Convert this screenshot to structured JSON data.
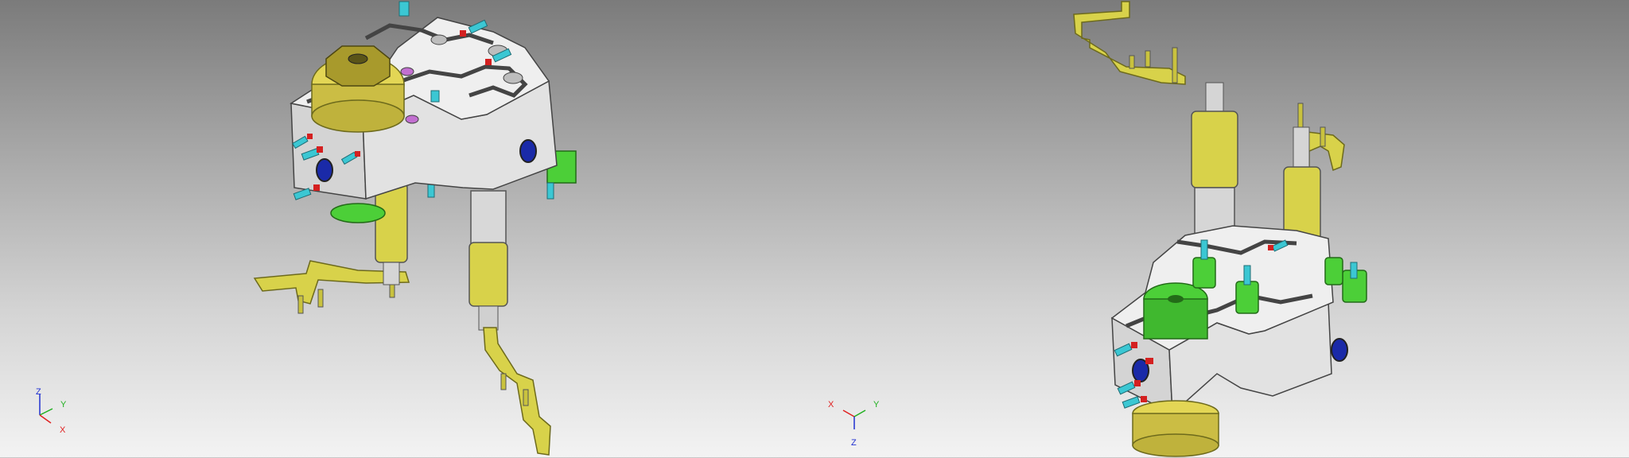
{
  "viewport": {
    "left_view": {
      "triad": {
        "z": "Z",
        "y": "Y",
        "x": "X"
      }
    },
    "right_view": {
      "triad": {
        "x": "X",
        "y": "Y",
        "z": "Z"
      }
    }
  },
  "colors": {
    "background_top": "#7b7b7b",
    "background_bottom": "#f3f3f3",
    "body_silver": "#e6e6e6",
    "yellow_part": "#d8d24a",
    "green_part": "#4ccf38",
    "blue_port": "#1a2aa8",
    "cyan_fitting": "#3bc7d3",
    "red_marker": "#d42020",
    "axis_x": "#e02020",
    "axis_y": "#20b020",
    "axis_z": "#2030d0"
  },
  "icons": {
    "left_triad": "axis-triad-icon",
    "right_triad": "axis-triad-icon"
  }
}
